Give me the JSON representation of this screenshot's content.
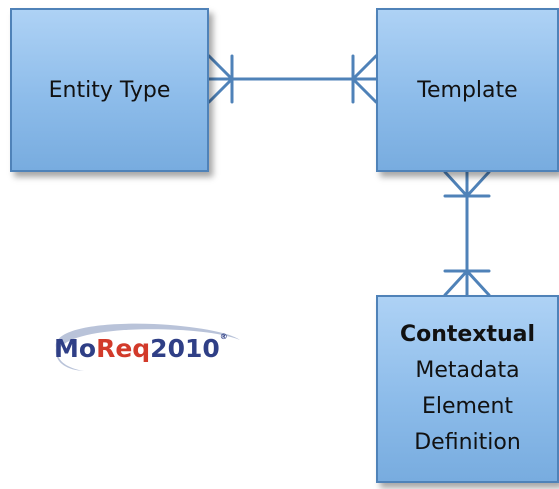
{
  "entities": {
    "entity_type": {
      "label": "Entity Type"
    },
    "template": {
      "label": "Template"
    },
    "cmed": {
      "line1": "Contextual",
      "line2": "Metadata",
      "line3": "Element",
      "line4": "Definition"
    }
  },
  "relationships": [
    {
      "from": "Entity Type",
      "to": "Template",
      "notation": "many-to-many"
    },
    {
      "from": "Template",
      "to": "Contextual Metadata Element Definition",
      "notation": "many-to-many"
    }
  ],
  "logo": {
    "part1": "Mo",
    "part2": "Req",
    "part3": "2010",
    "mark": "®"
  },
  "colors": {
    "box_fill": "#8dbcea",
    "box_border": "#4f82b8",
    "connector": "#4f82b8",
    "logo_blue": "#2f3f86",
    "logo_red": "#d23a2a"
  }
}
